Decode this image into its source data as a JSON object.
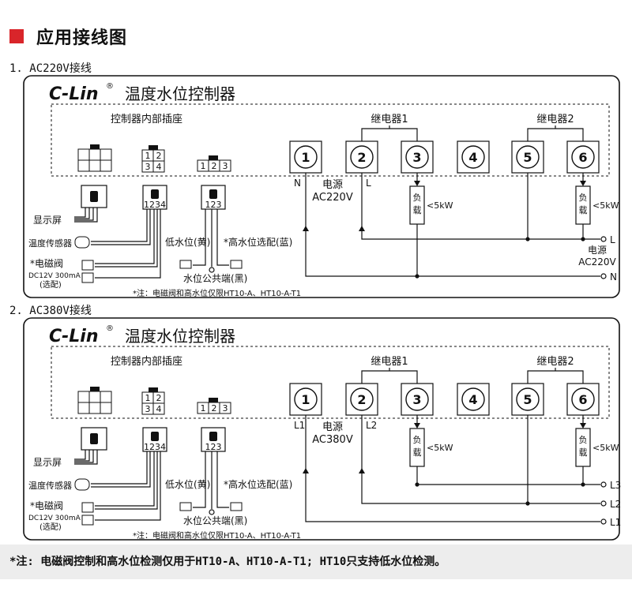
{
  "header": {
    "title": "应用接线图"
  },
  "sections": [
    {
      "label": "1. AC220V接线",
      "brand": "C-Lin",
      "title": "温度水位控制器",
      "socket_label": "控制器内部插座",
      "relay1": "继电器1",
      "relay2": "继电器2",
      "terminals": [
        "1",
        "2",
        "3",
        "4",
        "5",
        "6"
      ],
      "left_labels": [
        "N",
        "L"
      ],
      "power_text": [
        "电源",
        "AC220V"
      ],
      "load": "负载",
      "load_rating": "<5kW",
      "lines": [
        "L",
        "N"
      ],
      "right_power": [
        "电源",
        "AC220V"
      ],
      "socket_nums": {
        "s6": "",
        "s4": [
          "1",
          "2",
          "3",
          "4"
        ],
        "s3": [
          "1",
          "2",
          "3"
        ]
      },
      "plug_nums": [
        "1234",
        "123"
      ],
      "display": "显示屏",
      "temp_sensor": "温度传感器",
      "valve": "*电磁阀",
      "valve_spec": [
        "DC12V 300mA",
        "(选配)"
      ],
      "low_level": "低水位(黄)",
      "high_level": "*高水位选配(蓝)",
      "common": "水位公共端(黑)",
      "note": "*注：电磁阀和高水位仅限HT10-A、HT10-A-T1"
    },
    {
      "label": "2. AC380V接线",
      "brand": "C-Lin",
      "title": "温度水位控制器",
      "socket_label": "控制器内部插座",
      "relay1": "继电器1",
      "relay2": "继电器2",
      "terminals": [
        "1",
        "2",
        "3",
        "4",
        "5",
        "6"
      ],
      "left_labels": [
        "L1",
        "L2"
      ],
      "power_text": [
        "电源",
        "AC380V"
      ],
      "load": "负载",
      "load_rating": "<5kW",
      "lines": [
        "L3",
        "L2",
        "L1"
      ],
      "right_power": [],
      "socket_nums": {
        "s6": "",
        "s4": [
          "1",
          "2",
          "3",
          "4"
        ],
        "s3": [
          "1",
          "2",
          "3"
        ]
      },
      "plug_nums": [
        "1234",
        "123"
      ],
      "display": "显示屏",
      "temp_sensor": "温度传感器",
      "valve": "*电磁阀",
      "valve_spec": [
        "DC12V 300mA",
        "(选配)"
      ],
      "low_level": "低水位(黄)",
      "high_level": "*高水位选配(蓝)",
      "common": "水位公共端(黑)",
      "note": "*注：电磁阀和高水位仅限HT10-A、HT10-A-T1"
    }
  ],
  "footer": {
    "note": "*注: 电磁阀控制和高水位检测仅用于HT10-A、HT10-A-T1; HT10只支持低水位检测。"
  },
  "colors": {
    "accent": "#d9252a",
    "footer_bg": "#ededed"
  }
}
